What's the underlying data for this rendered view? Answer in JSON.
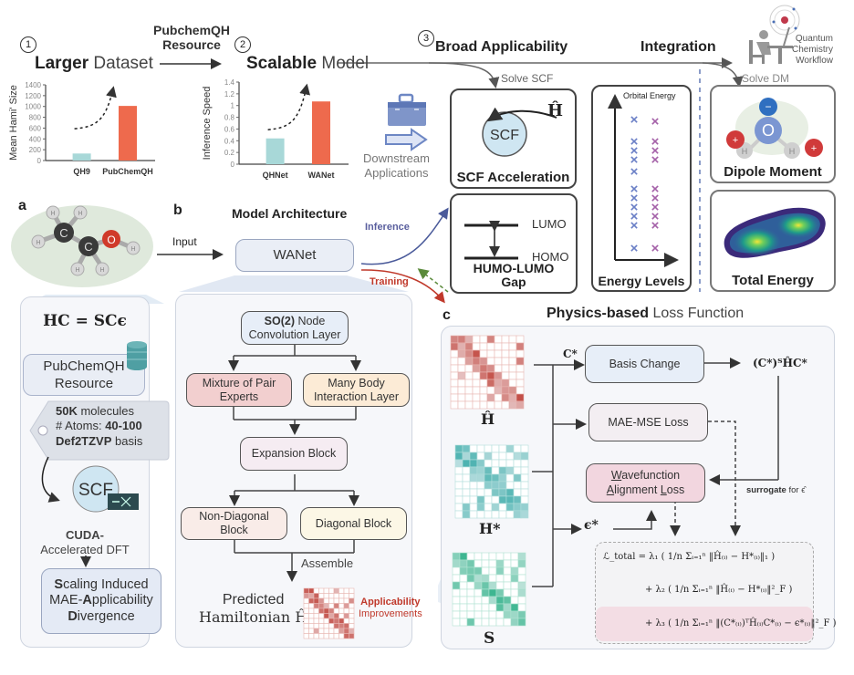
{
  "top": {
    "step1": {
      "num": "1",
      "title_bold": "Larger",
      "title_rest": " Dataset"
    },
    "resource_arrow_label": [
      "PubchemQH",
      "Resource"
    ],
    "step2": {
      "num": "2",
      "title_bold": "Scalable",
      "title_rest": " Model"
    },
    "step3": {
      "num": "3",
      "title": "Broad Applicability"
    },
    "integration": "Integration",
    "workflow_label": [
      "Quantum",
      "Chemistry",
      "Workflow"
    ],
    "solve_scf": "Solve SCF",
    "solve_dm": "Solve DM",
    "downstream": [
      "Downstream",
      "Applications"
    ]
  },
  "chart_data": [
    {
      "type": "bar",
      "title": "",
      "xlabel": "",
      "ylabel": "Mean Hami' Size",
      "categories": [
        "QH9",
        "PubChemQH"
      ],
      "values": [
        130,
        1010
      ],
      "ylim": [
        0,
        1400
      ],
      "yticks": [
        "0",
        "200",
        "400",
        "600",
        "800",
        "1000",
        "1200",
        "1400"
      ],
      "colors": [
        "#a8d8d8",
        "#ee6a4d"
      ],
      "grid": false
    },
    {
      "type": "bar",
      "title": "",
      "xlabel": "",
      "ylabel": "Inference Speed",
      "categories": [
        "QHNet",
        "WANet"
      ],
      "values": [
        0.44,
        1.07
      ],
      "ylim": [
        0,
        1.4
      ],
      "yticks": [
        "0",
        "0.2",
        "0.4",
        "0.6",
        "0.8",
        "1",
        "1.2",
        "1.4"
      ],
      "colors": [
        "#a8d8d8",
        "#ee6a4d"
      ],
      "grid": false
    }
  ],
  "applications": {
    "scf": {
      "circle": "SCF",
      "h_label": "Ĥ",
      "title": "SCF Acceleration"
    },
    "gap": {
      "lumo": "LUMO",
      "homo": "HOMO",
      "title": [
        "HUMO-LUMO",
        "Gap"
      ]
    },
    "energy": {
      "axis_label": "Orbital Energy",
      "title": "Energy Levels"
    },
    "dipole": {
      "minus": "−",
      "o": "O",
      "h": "H",
      "plus": "+",
      "title": "Dipole Moment"
    },
    "total_energy": {
      "title": "Total Energy"
    }
  },
  "panel_a": {
    "letter": "a",
    "atoms": {
      "c": "C",
      "o": "O",
      "h": "H"
    },
    "equation": "HC = SCϵ",
    "resource": [
      "PubChemQH",
      "Resource"
    ],
    "tag": [
      {
        "bold": "50K",
        "rest": " molecules"
      },
      {
        "bold": "",
        "rest": "# Atoms: ",
        "bold2": "40-100"
      },
      {
        "bold": "Def2TZVP",
        "rest": " basis"
      }
    ],
    "scf": "SCF",
    "cuda": {
      "bold": "CUDA-",
      "rest": "Accelerated DFT"
    },
    "divergence": [
      {
        "b": "S",
        "r": "caling Induced"
      },
      {
        "pre": "MAE-",
        "b": "A",
        "r": "pplicability"
      },
      {
        "b": "D",
        "r": "ivergence"
      }
    ]
  },
  "panel_b": {
    "letter": "b",
    "title": "Model Architecture",
    "input_label": "Input",
    "wanet": "WANet",
    "inference": "Inference",
    "training": "Training",
    "so2": {
      "bold": "SO(2)",
      "rest": " Node",
      "line2": "Convolution Layer"
    },
    "mixture": [
      "Mixture of Pair",
      "Experts"
    ],
    "many_body": [
      "Many Body",
      "Interaction Layer"
    ],
    "expansion": "Expansion Block",
    "non_diag": [
      "Non-Diagonal",
      "Block"
    ],
    "diag": "Diagonal Block",
    "assemble": "Assemble",
    "predicted": [
      "Predicted",
      "Hamiltonian Ĥ"
    ],
    "applicability": {
      "bold": "Applicability",
      "rest": "Improvements"
    }
  },
  "panel_c": {
    "letter": "c",
    "title_bold": "Physics-based",
    "title_rest": " Loss Function",
    "h_hat": "Ĥ",
    "h_star": "H*",
    "s": "S",
    "c_star": "C*",
    "eps_star": "ϵ*",
    "basis_change": "Basis Change",
    "transformed": "(C*)ᵀĤC*",
    "mae_mse": "MAE-MSE Loss",
    "wal": {
      "w": "W",
      "w_rest": "avefunction",
      "a": "A",
      "a_rest": "lignment ",
      "l": "L",
      "l_rest": "oss"
    },
    "surrogate": {
      "bold": "surrogate",
      "rest": " for ϵ̂"
    },
    "formula": [
      "ℒ_total = λ₁ ( 1/n Σᵢ₌₁ⁿ ‖Ĥ₍ᵢ₎ − H*₍ᵢ₎‖₁ )",
      "+ λ₂ ( 1/n Σᵢ₌₁ⁿ ‖Ĥ₍ᵢ₎ − H*₍ᵢ₎‖²_F )",
      "+ λ₃ ( 1/n Σᵢ₌₁ⁿ ‖(C*₍ᵢ₎)ᵀĤ₍ᵢ₎C*₍ᵢ₎ − ϵ*₍ᵢ₎‖²_F )"
    ]
  }
}
